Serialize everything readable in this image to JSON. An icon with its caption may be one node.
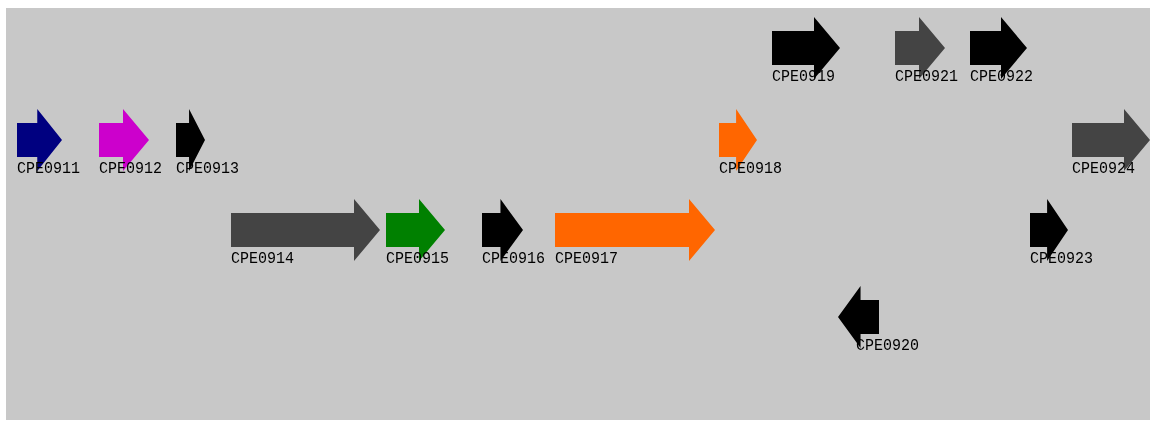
{
  "diagram": {
    "nodes": [
      {
        "text": [
          "CPE0911"
        ]
      },
      {
        "text": [
          "CPE0912"
        ]
      },
      {
        "text": [
          "CPE0913"
        ]
      },
      {
        "text": [
          "CPE0914"
        ]
      },
      {
        "text": [
          "CPE0915"
        ]
      },
      {
        "text": [
          "CPE0916"
        ]
      },
      {
        "text": [
          "CPE0917"
        ]
      },
      {
        "text": [
          "CPE0918"
        ]
      },
      {
        "text": [
          "CPE0919"
        ]
      },
      {
        "text": [
          "CPE0920"
        ]
      },
      {
        "text": [
          "CPE0921"
        ]
      },
      {
        "text": [
          "CPE0922"
        ]
      },
      {
        "text": [
          "CPE0923"
        ]
      },
      {
        "text": [
          "CPE0924"
        ]
      }
    ]
  }
}
